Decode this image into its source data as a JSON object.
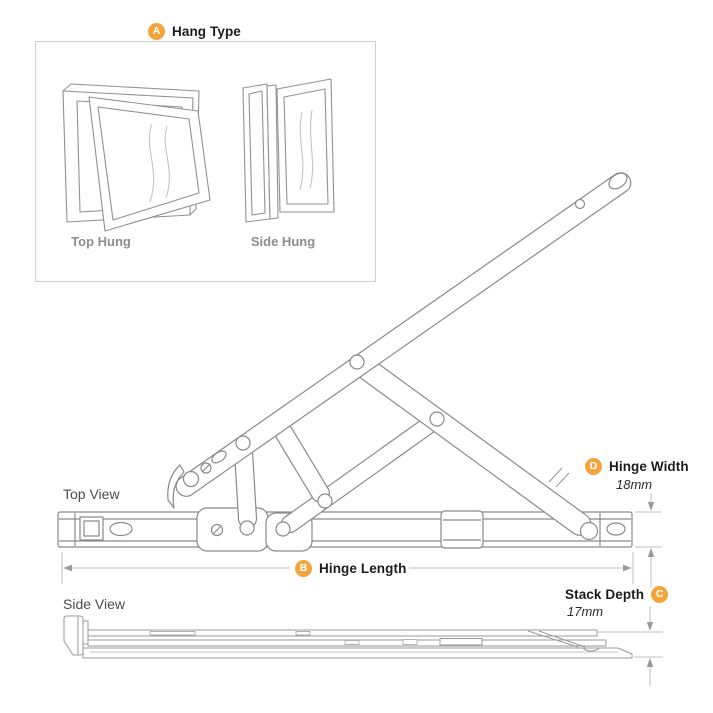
{
  "hang_type": {
    "badge": "A",
    "label": "Hang Type",
    "options": [
      {
        "label": "Top Hung"
      },
      {
        "label": "Side Hung"
      }
    ]
  },
  "views": {
    "top_view": "Top View",
    "side_view": "Side View"
  },
  "dimensions": {
    "hinge_length": {
      "badge": "B",
      "label": "Hinge Length"
    },
    "stack_depth": {
      "badge": "C",
      "label": "Stack Depth",
      "value": "17mm"
    },
    "hinge_width": {
      "badge": "D",
      "label": "Hinge Width",
      "value": "18mm"
    }
  },
  "colors": {
    "badge_orange": "#F2A53C",
    "label_text": "#1c1c1c",
    "muted_label_text": "#8d8d8d",
    "view_label_text": "#4c4c4c",
    "line_art": "#8a8a8a",
    "dimension_line": "#c2c2c2",
    "background": "#ffffff"
  }
}
